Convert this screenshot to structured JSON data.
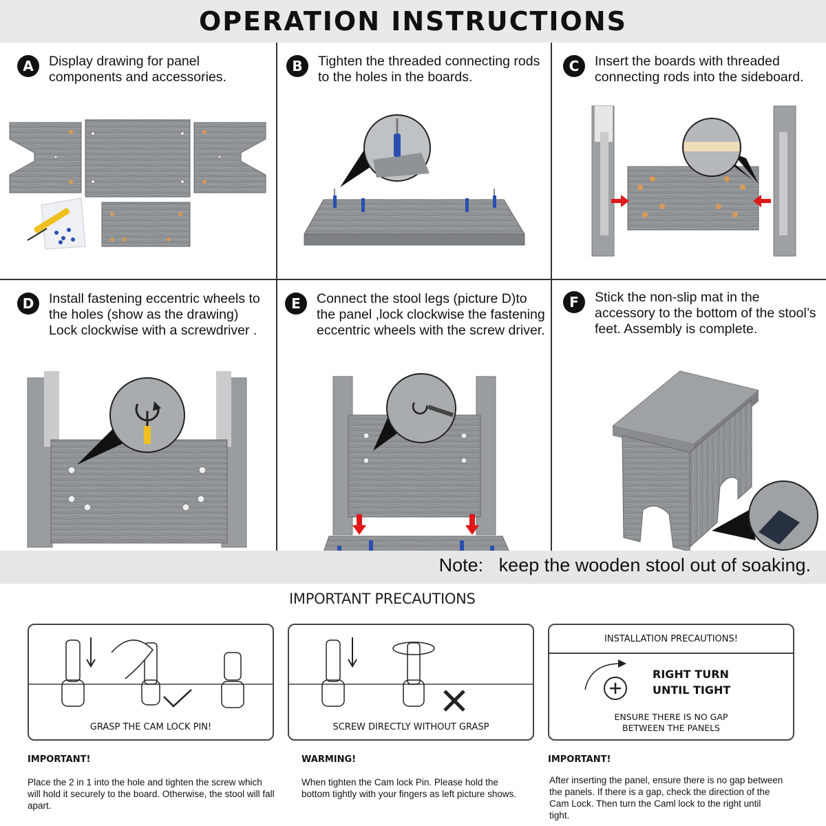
{
  "title": "OPERATION INSTRUCTIONS",
  "steps": [
    {
      "badge": "A",
      "text": "Display drawing for panel components and accessories."
    },
    {
      "badge": "B",
      "text": "Tighten the threaded connecting rods to the holes in the boards."
    },
    {
      "badge": "C",
      "text": "Insert the boards with threaded connecting rods into the sideboard."
    },
    {
      "badge": "D",
      "text": "Install fastening eccentric wheels to the holes (show as the drawing)  Lock clockwise with a screwdriver ."
    },
    {
      "badge": "E",
      "text": "Connect the stool legs (picture D)to the panel ,lock clockwise the fastening eccentric wheels with the screw driver."
    },
    {
      "badge": "F",
      "text": "Stick the non-slip mat in the accessory to the bottom of the stool’s feet. Assembly is complete."
    }
  ],
  "note": "Note:   keep the wooden stool out of soaking.",
  "precautions": {
    "title": "IMPORTANT PRECAUTIONS",
    "box1_caption": "GRASP THE CAM LOCK PIN!",
    "box2_caption": "SCREW DIRECTLY WITHOUT GRASP",
    "box3": {
      "header": "INSTALLATION PRECAUTIONS!",
      "line1": "RIGHT TURN",
      "line2": "UNTIL TIGHT",
      "gap1": "ENSURE THERE IS NO GAP",
      "gap2": "BETWEEN THE PANELS"
    },
    "notes": [
      {
        "label": "IMPORTANT!",
        "text": "Place  the 2 in 1 into the hole and tighten the screw which will hold it securely to the board. Otherwise, the stool will fall apart."
      },
      {
        "label": "WARMING!",
        "text": "When tighten the Cam lock Pin. Please hold the bottom tightly with your fingers as left picture shows."
      },
      {
        "label": "IMPORTANT!",
        "text": "After inserting the panel, ensure there is no gap between the panels. If there is a gap, check the direction of the Cam Lock. Then turn the Caml lock to the right until tight."
      }
    ]
  },
  "colors": {
    "wood": "#8f9396",
    "wood_dark": "#6e7275",
    "wood_light": "#b3b6b8",
    "pin_blue": "#2a4fb0",
    "arrow_red": "#e01818"
  }
}
